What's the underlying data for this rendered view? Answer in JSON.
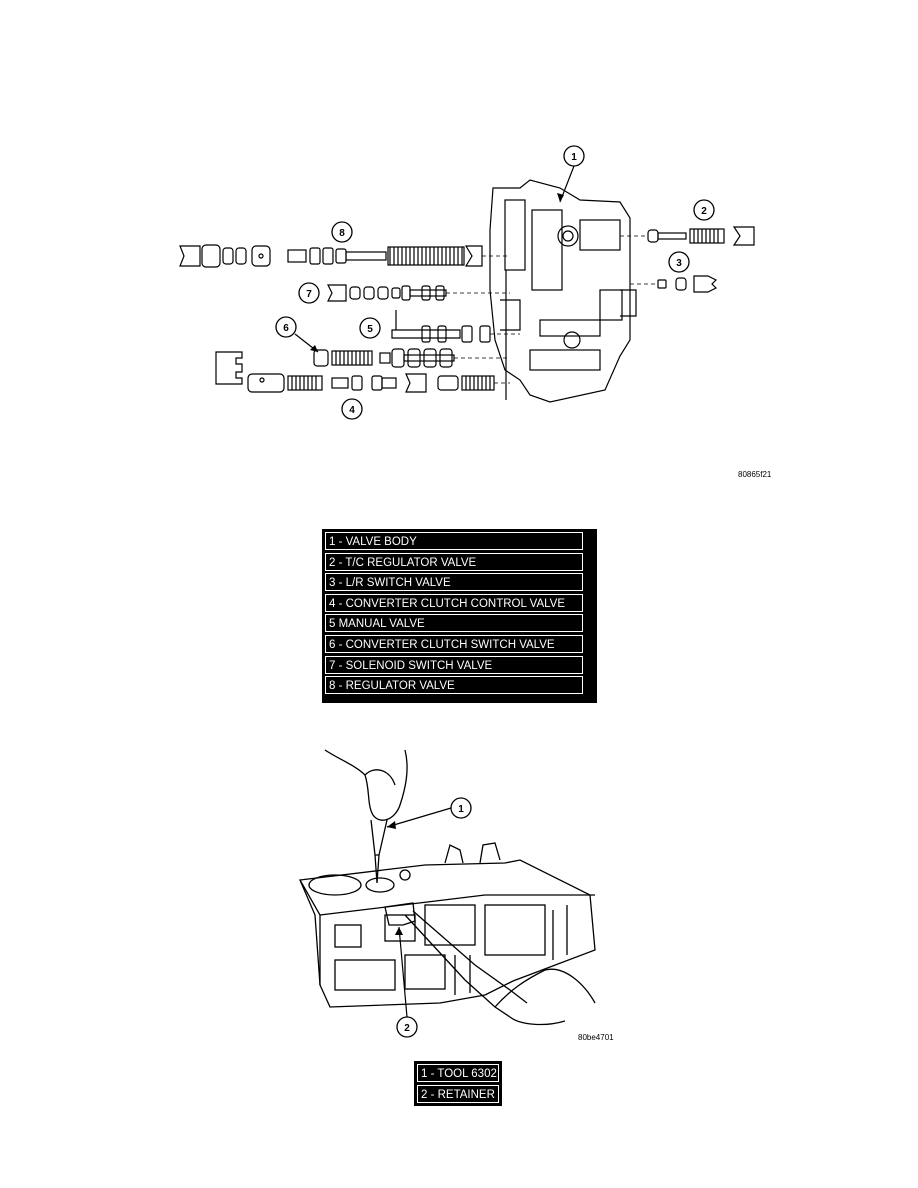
{
  "figure1": {
    "code": "80865f21",
    "callouts": [
      "1",
      "2",
      "3",
      "4",
      "5",
      "6",
      "7",
      "8"
    ],
    "legend": [
      "1 - VALVE BODY",
      "2 - T/C REGULATOR VALVE",
      "3 - L/R SWITCH VALVE",
      "4 - CONVERTER CLUTCH CONTROL VALVE",
      "5   MANUAL VALVE",
      "6 - CONVERTER CLUTCH SWITCH VALVE",
      "7 - SOLENOID SWITCH VALVE",
      "8 - REGULATOR VALVE"
    ]
  },
  "figure2": {
    "code": "80be4701",
    "callouts": [
      "1",
      "2"
    ],
    "legend": [
      "1 - TOOL 6302",
      "2 - RETAINER"
    ]
  }
}
